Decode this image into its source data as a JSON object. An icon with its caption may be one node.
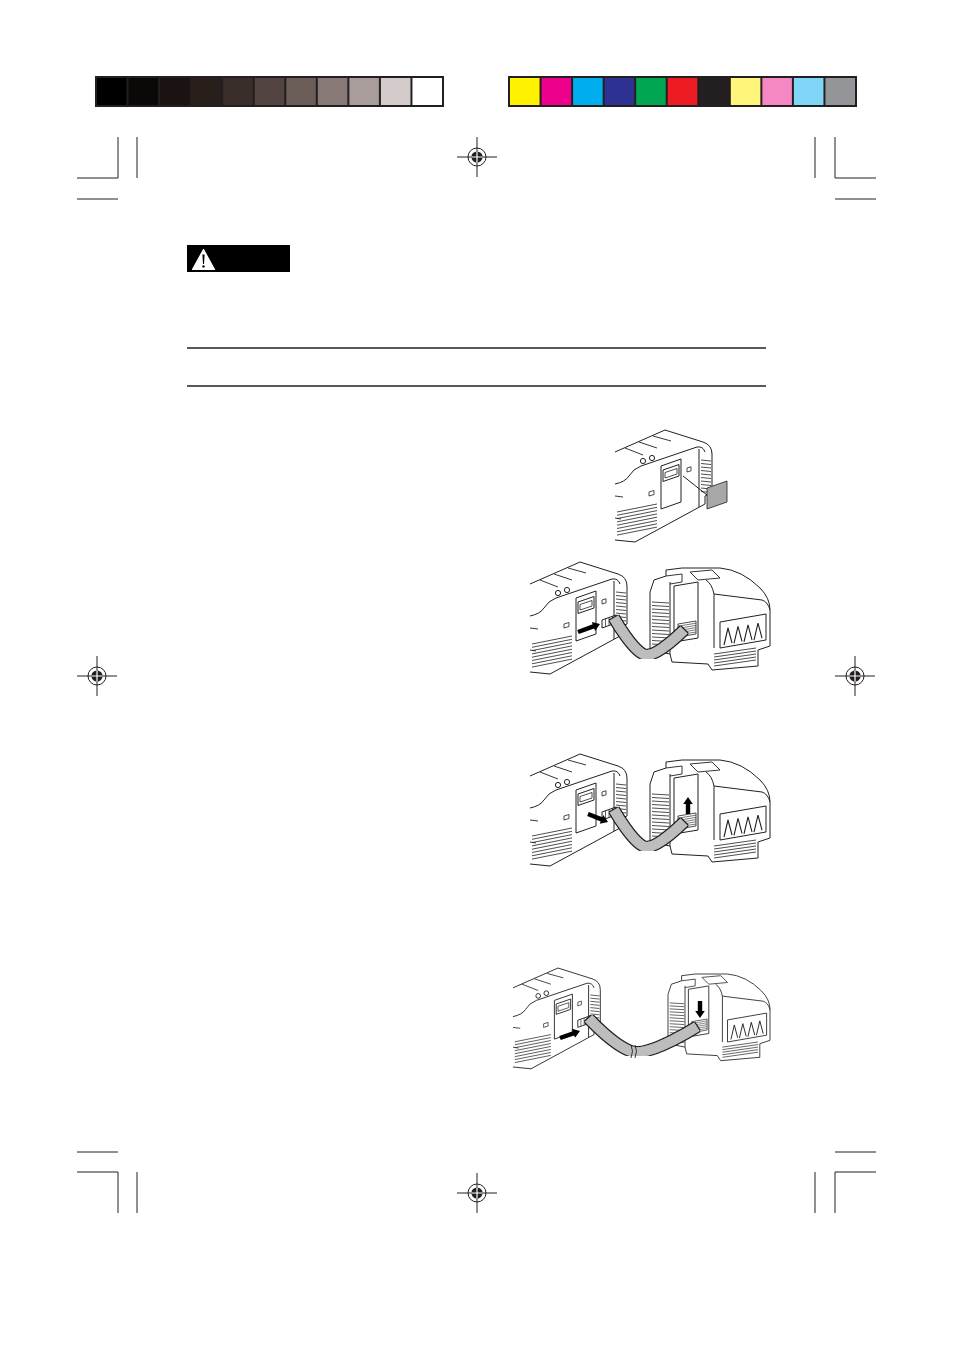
{
  "diagram": {
    "nodes": [
      {
        "text": [],
        "shape": "picture"
      },
      {
        "text": [],
        "shape": "box"
      },
      {
        "text": [],
        "shape": "picture"
      },
      {
        "text": [],
        "shape": "picture"
      },
      {
        "text": [],
        "shape": "picture"
      },
      {
        "text": [],
        "shape": "picture"
      },
      {
        "text": [],
        "shape": "picture"
      },
      {
        "text": [],
        "shape": "picture"
      }
    ],
    "edges": [
      {
        "from": 0,
        "to": 1,
        "arrow": "none",
        "color": "#231f20"
      },
      {
        "from": 2,
        "to": 3,
        "arrow": "none"
      },
      {
        "from": 4,
        "to": 5,
        "arrow": "none"
      },
      {
        "from": 6,
        "to": 7,
        "arrow": "none"
      }
    ]
  }
}
